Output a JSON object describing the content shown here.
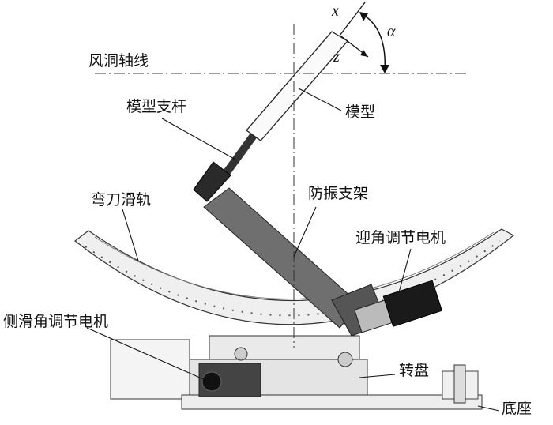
{
  "labels": {
    "tunnel_axis": "风洞轴线",
    "model_sting": "模型支杆",
    "model": "模型",
    "curved_rail": "弯刀滑轨",
    "anti_vibration_bracket": "防振支架",
    "aoa_motor": "迎角调节电机",
    "sideslip_motor": "侧滑角调节电机",
    "turntable": "转盘",
    "base": "底座"
  },
  "axes": {
    "x": "x",
    "z": "z",
    "alpha": "α"
  }
}
